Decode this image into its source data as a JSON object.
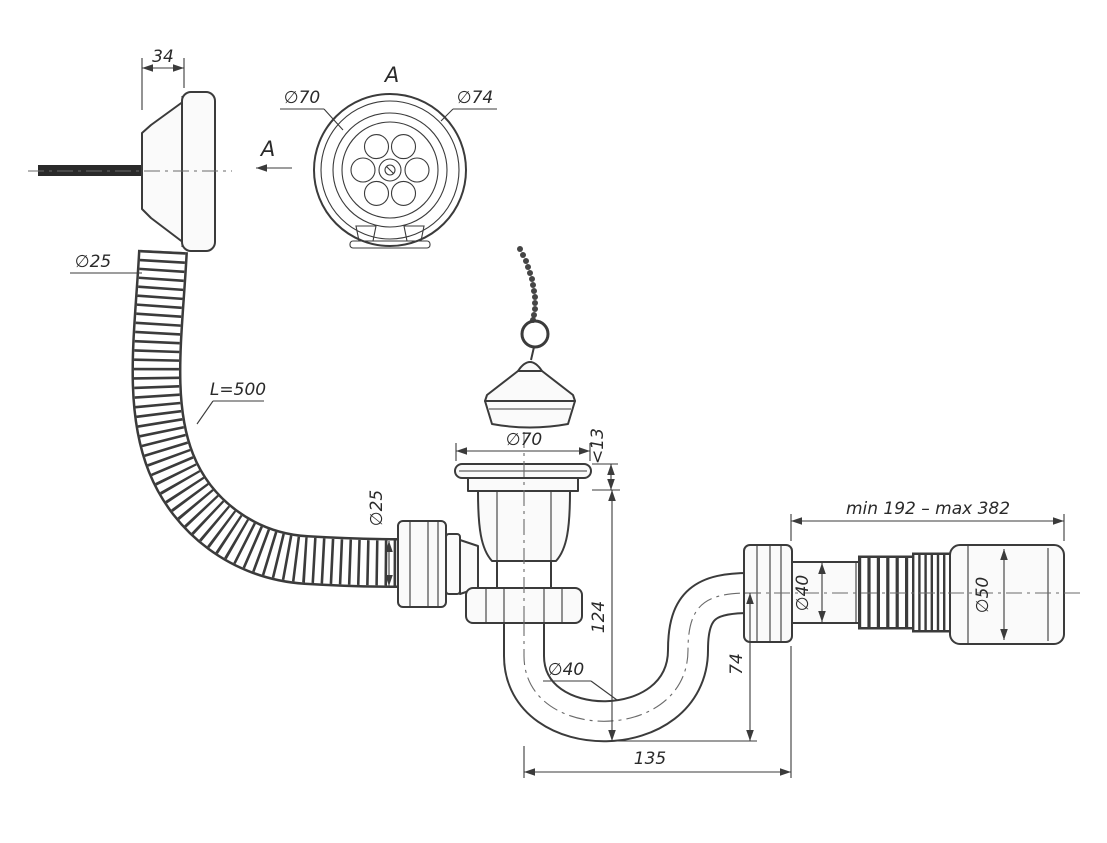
{
  "drawing": {
    "labels": {
      "dim_34": "34",
      "view_a": "A",
      "arrow_a": "A",
      "dia_70_grate": "∅70",
      "dia_74_grate": "∅74",
      "dia_25_overflow": "∅25",
      "hose_length": "L=500",
      "dia_25_inlet": "∅25",
      "dia_70_drain": "∅70",
      "dim_13": "<13",
      "dim_124": "124",
      "dia_40_trap": "∅40",
      "dim_74": "74",
      "dim_135": "135",
      "outlet_range": "min 192 – max 382",
      "dia_40_outlet": "∅40",
      "dia_50_outlet": "∅50"
    },
    "colors": {
      "line": "#3b3b3b",
      "centerline": "#6a6a6a",
      "background": "#ffffff"
    }
  }
}
